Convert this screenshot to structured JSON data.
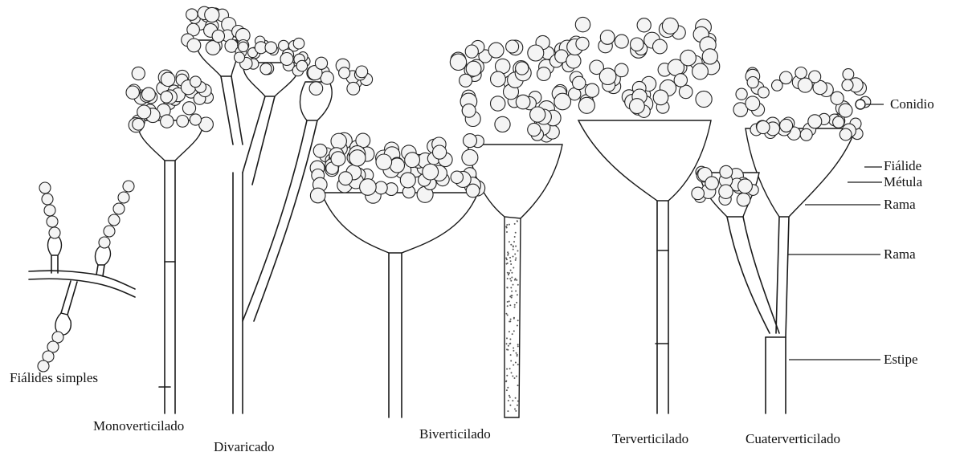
{
  "diagram": {
    "specimens": [
      {
        "id": "simple",
        "label": "Fiálides simples"
      },
      {
        "id": "mono",
        "label": "Monoverticilado"
      },
      {
        "id": "divar",
        "label": "Divaricado"
      },
      {
        "id": "biver",
        "label": "Biverticilado"
      },
      {
        "id": "terver",
        "label": "Terverticilado"
      },
      {
        "id": "cuater",
        "label": "Cuaterverticilado"
      }
    ],
    "parts": [
      {
        "id": "conidio",
        "label": "Conidio"
      },
      {
        "id": "fialide",
        "label": "Fiálide"
      },
      {
        "id": "metula",
        "label": "Métula"
      },
      {
        "id": "rama1",
        "label": "Rama"
      },
      {
        "id": "rama2",
        "label": "Rama"
      },
      {
        "id": "estipe",
        "label": "Estipe"
      }
    ]
  }
}
